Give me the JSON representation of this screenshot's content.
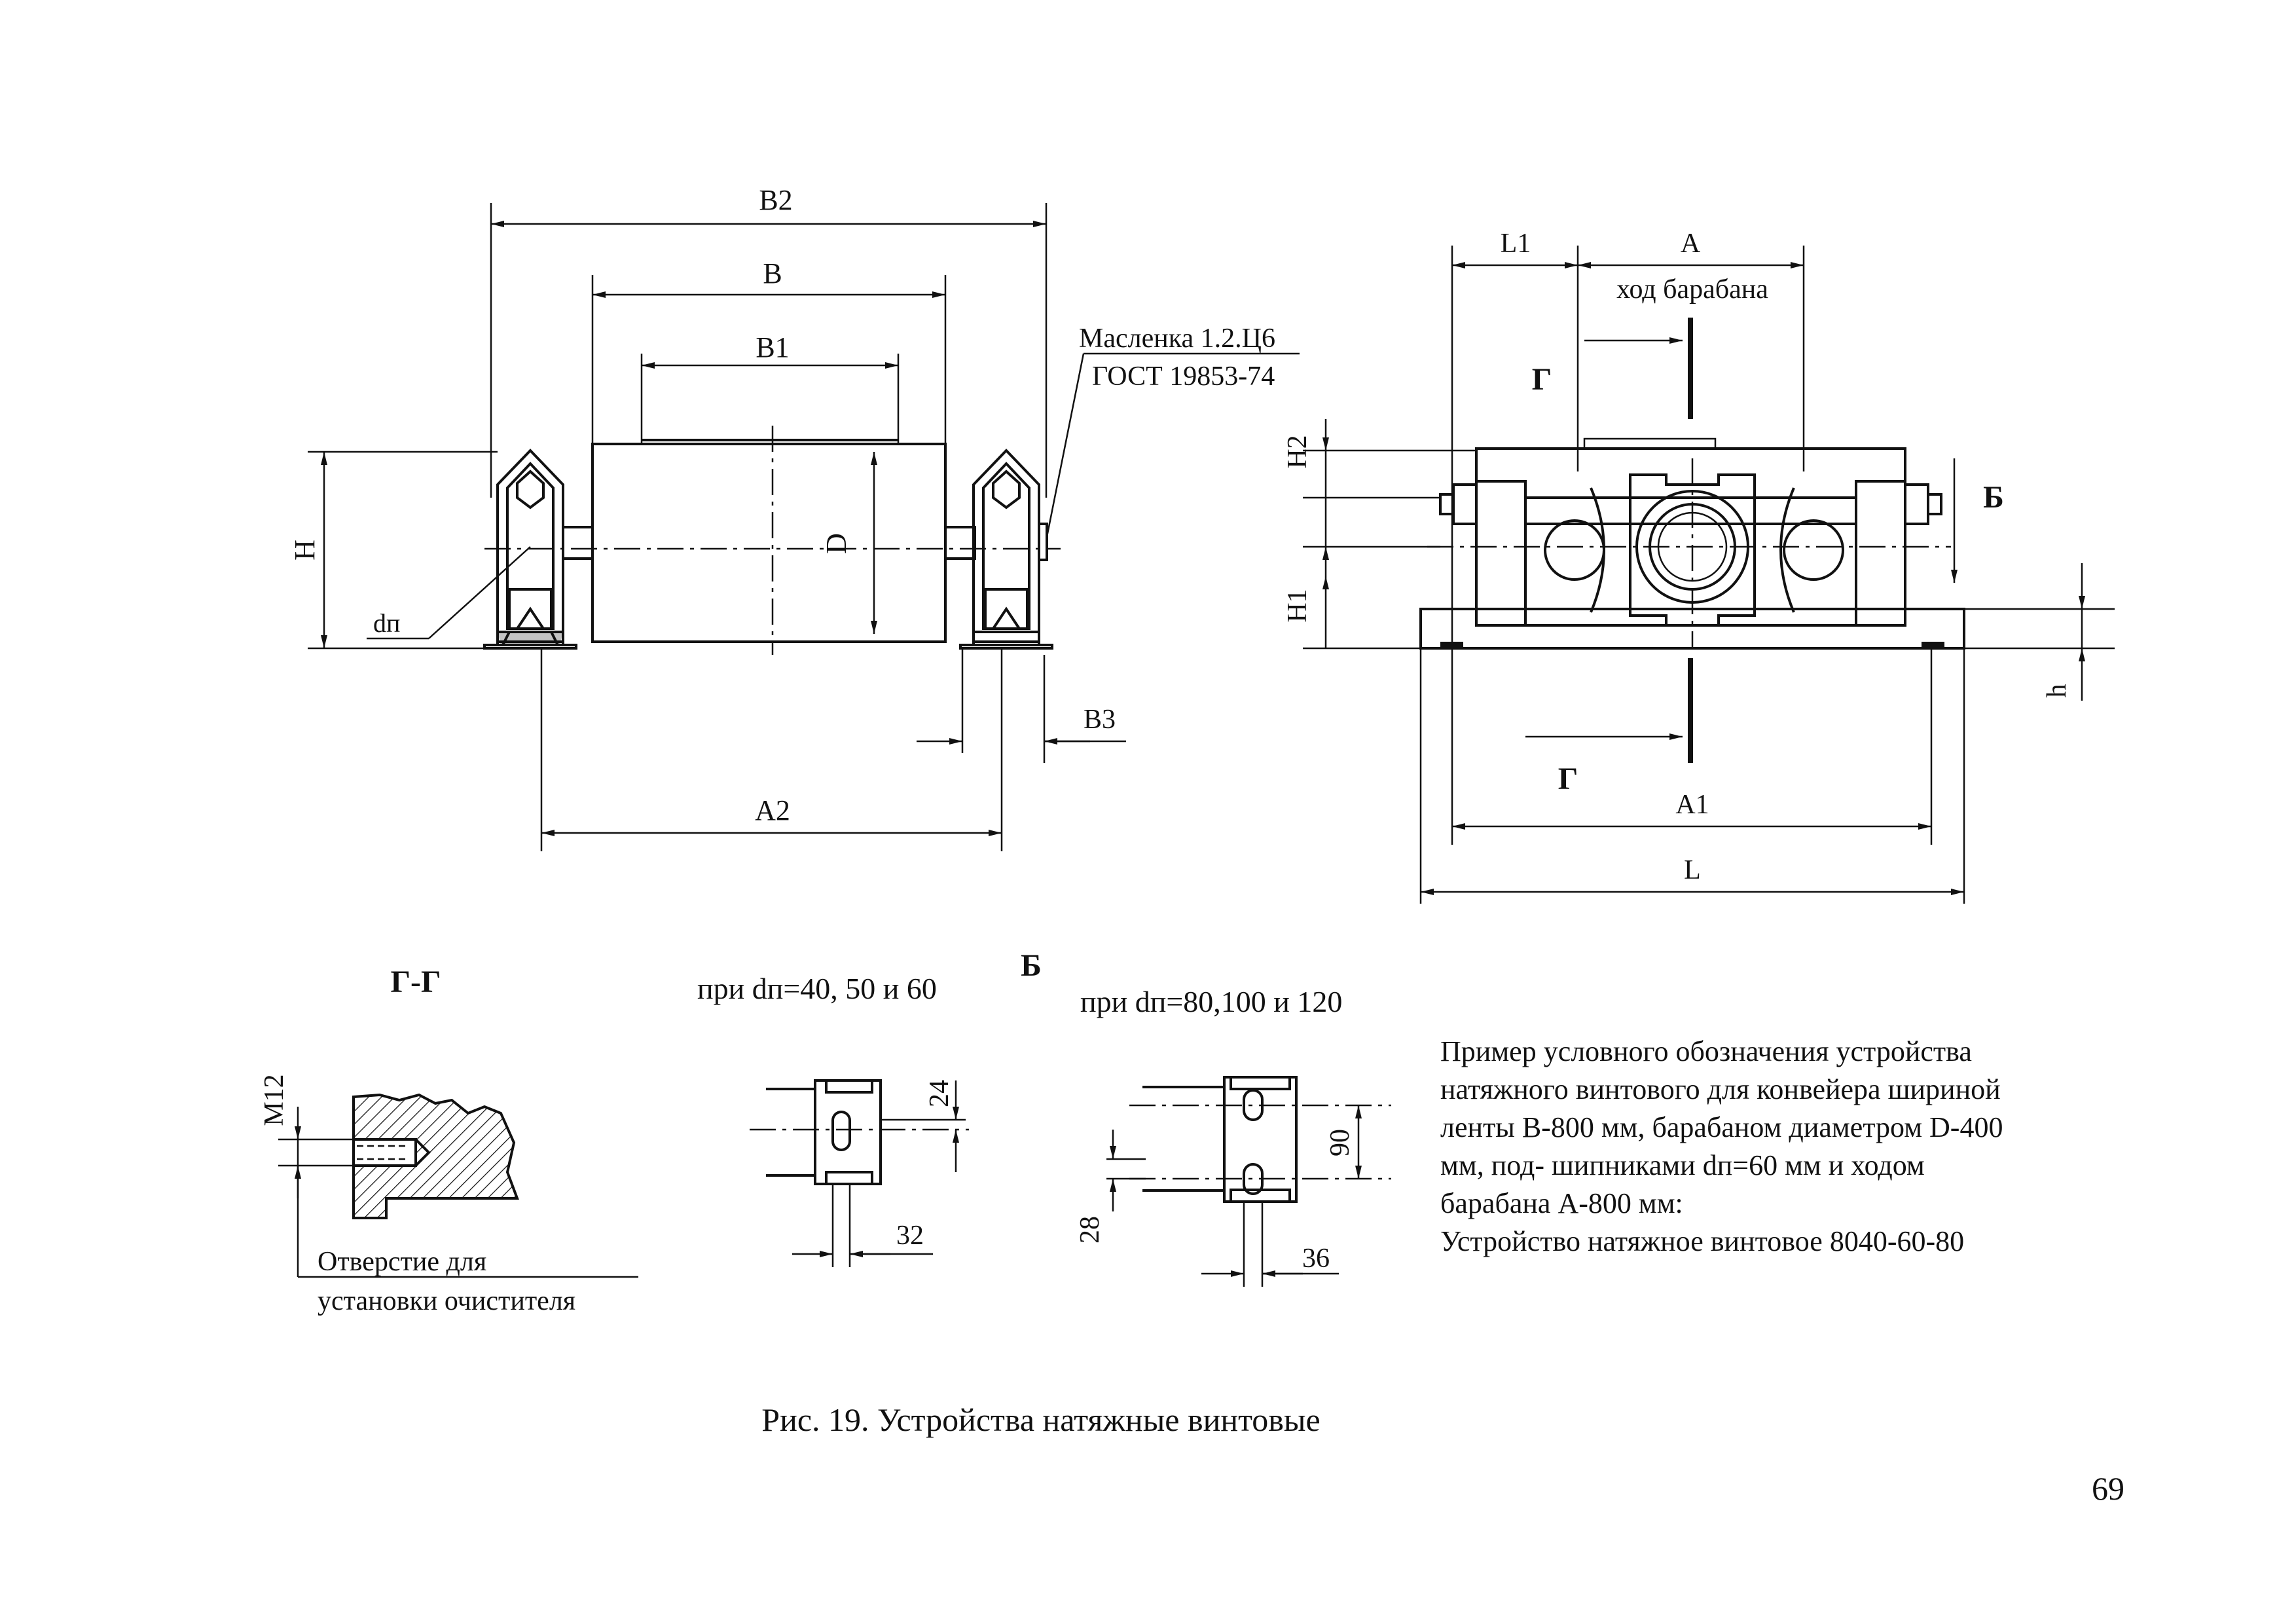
{
  "figure": {
    "caption": "Рис. 19. Устройства натяжные винтовые",
    "page_number": "69"
  },
  "front_view": {
    "dims": {
      "b2": "B2",
      "b": "B",
      "b1": "B1",
      "h": "H",
      "d": "D",
      "dp": "dп",
      "b3": "B3",
      "a2": "A2"
    },
    "oiler_line1": "Масленка 1.2.Ц6",
    "oiler_line2": "ГОСТ 19853-74"
  },
  "side_view": {
    "dims": {
      "l1": "L1",
      "a": "A",
      "h2": "H2",
      "h1": "H1",
      "h_small": "h",
      "a1": "A1",
      "l": "L"
    },
    "drum_travel": "ход барабана",
    "section_mark_top": "Г",
    "section_mark_bottom": "Г",
    "view_mark": "Б"
  },
  "section_gg": {
    "title": "Г-Г",
    "thread": "M12",
    "note_line1": "Отверстие для",
    "note_line2": "установки очистителя"
  },
  "view_b": {
    "title": "Б",
    "left_caption": "при dп=40, 50 и 60",
    "right_caption": "при dп=80,100 и 120",
    "left_dims": {
      "slot_offset": "24",
      "slot_width": "32"
    },
    "right_dims": {
      "slot_spacing": "90",
      "slot_offset": "28",
      "slot_width": "36"
    }
  },
  "example": {
    "lines": [
      "Пример условного обозначения устройства",
      "натяжного винтового для конвейера шириной",
      "ленты B-800 мм, барабаном диаметром D-400",
      "мм, под- шипниками dп=60 мм и ходом",
      "барабана А-800 мм:",
      "Устройство натяжное винтовое 8040-60-80"
    ]
  }
}
